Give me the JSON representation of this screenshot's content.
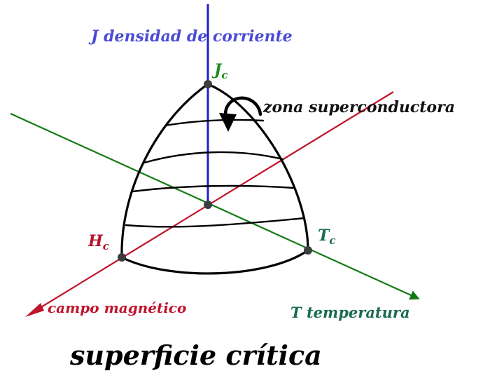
{
  "axes": {
    "current": {
      "label": "J densidad de corriente",
      "color": "#1f1fd0"
    },
    "field": {
      "label": "campo magnético",
      "color": "#c0142c"
    },
    "temperature": {
      "label": "T temperatura",
      "color": "#137a13"
    }
  },
  "points": {
    "jc": {
      "main": "J",
      "sub": "c"
    },
    "hc": {
      "main": "H",
      "sub": "c"
    },
    "tc": {
      "main": "T",
      "sub": "c"
    }
  },
  "zone_label": "zona superconductora",
  "title": "superficie crítica",
  "colors": {
    "surface": "#000000",
    "points": "#3d3d3d"
  }
}
